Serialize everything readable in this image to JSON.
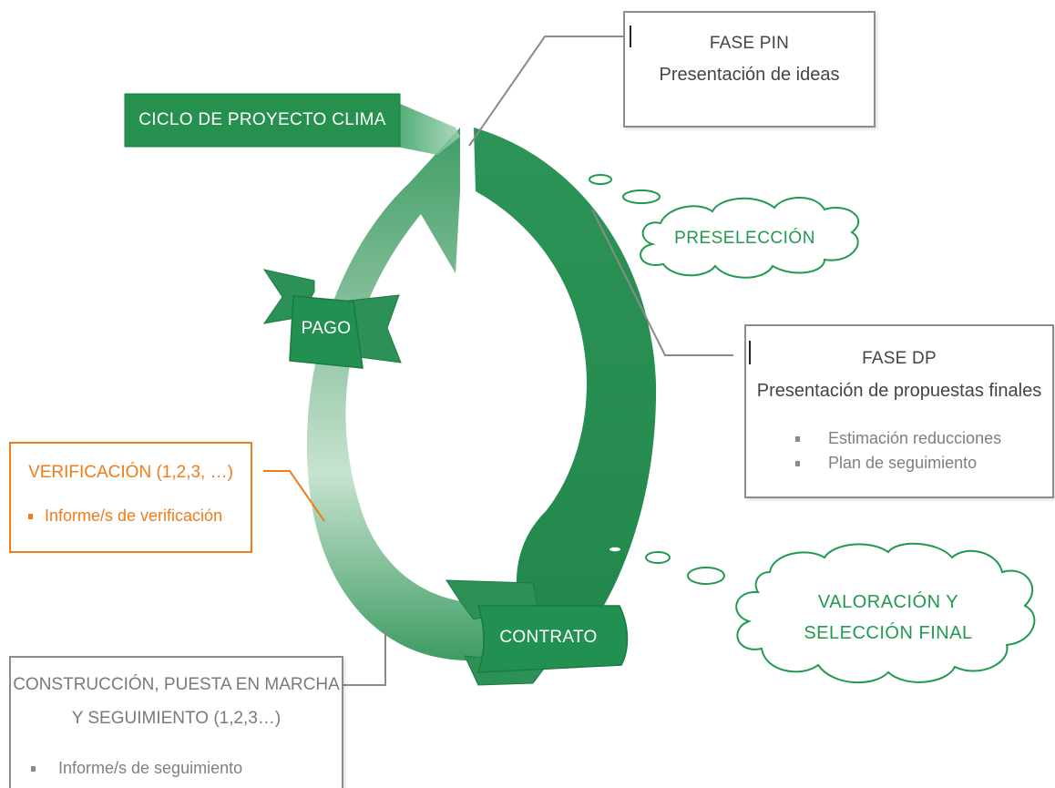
{
  "diagram": {
    "title_banner": "CICLO DE PROYECTO CLIMA",
    "fase_pin": {
      "title": "FASE PIN",
      "subtitle": "Presentación de ideas"
    },
    "preseleccion": "PRESELECCIÓN",
    "fase_dp": {
      "title": "FASE DP",
      "subtitle": "Presentación de propuestas finales",
      "bullets": [
        "Estimación reducciones",
        "Plan de seguimiento"
      ]
    },
    "valoracion": {
      "line1": "VALORACIÓN Y",
      "line2": "SELECCIÓN FINAL"
    },
    "contrato": "CONTRATO",
    "pago": "PAGO",
    "verificacion": {
      "title": "VERIFICACIÓN (1,2,3, …)",
      "bullets": [
        "Informe/s de verificación"
      ]
    },
    "construccion": {
      "line1": "CONSTRUCCIÓN, PUESTA EN MARCHA",
      "line2": "Y SEGUIMIENTO (1,2,3…)",
      "bullets": [
        "Informe/s de seguimiento"
      ]
    },
    "colors": {
      "green_dark": "#1e8a4c",
      "green_mid": "#2f9a5a",
      "green_light": "#c9e6d3",
      "green_text": "#1f9a4f",
      "orange": "#f07c1a",
      "grey_border": "#8c8c8c",
      "grey_text": "#7f7f7f"
    }
  }
}
